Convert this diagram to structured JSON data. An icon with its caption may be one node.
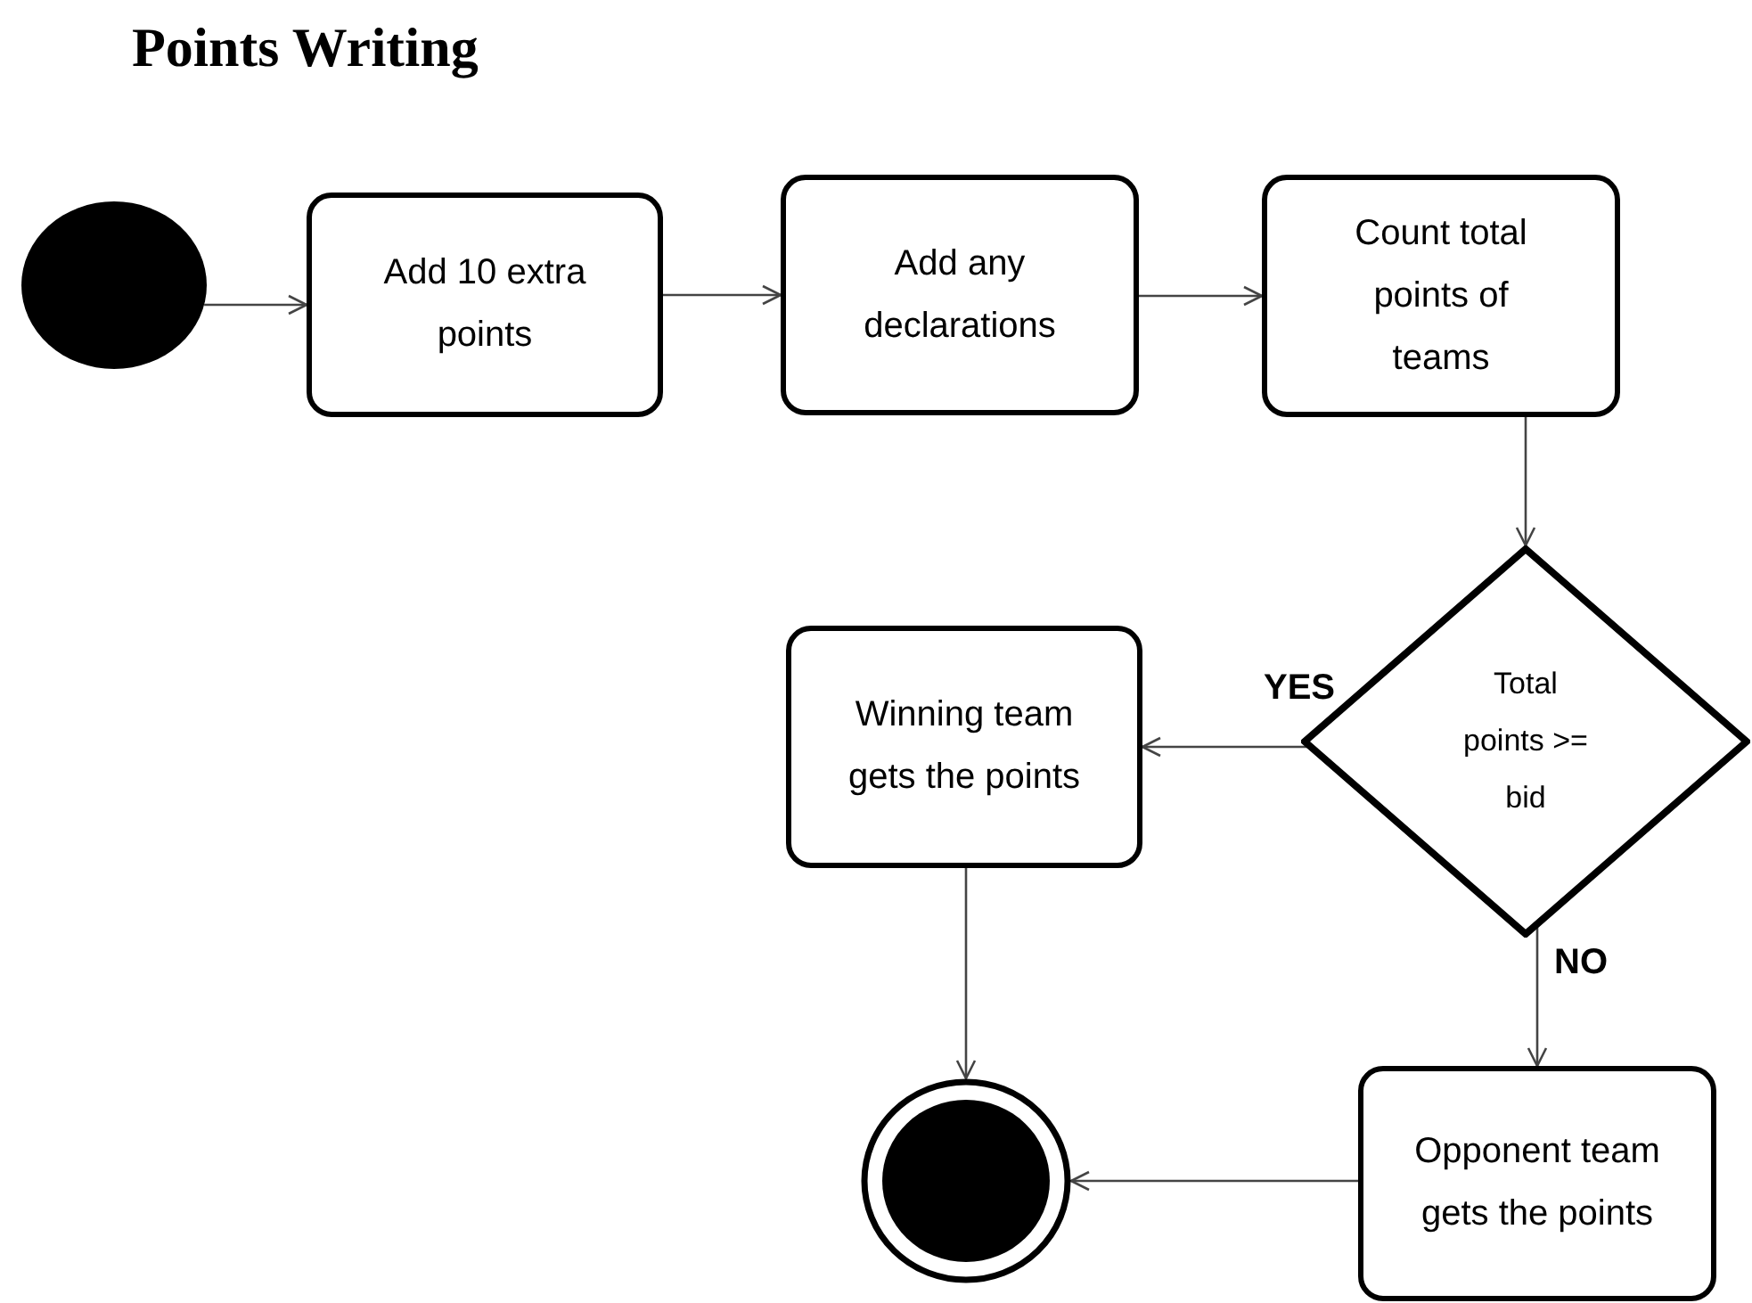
{
  "diagram": {
    "title": "Points Writing",
    "nodes": [
      {
        "text": [],
        "shape": "circle"
      },
      {
        "text": [
          "Add 10 extra points"
        ]
      },
      {
        "text": [
          "Add any declarations"
        ]
      },
      {
        "text": [
          "Count total points of teams"
        ]
      },
      {
        "text": [
          "Total points >= bid"
        ]
      },
      {
        "text": [
          "Winning team gets the points"
        ]
      },
      {
        "text": [],
        "shape": "circle"
      },
      {
        "text": [
          "Opponent team gets the points"
        ]
      }
    ],
    "edges": [
      {
        "from": 0,
        "to": 1,
        "arrow": "to"
      },
      {
        "from": 1,
        "to": 2,
        "arrow": "to"
      },
      {
        "from": 2,
        "to": 3,
        "arrow": "to"
      },
      {
        "from": 3,
        "to": 4,
        "arrow": "to"
      },
      {
        "from": 4,
        "to": 5,
        "arrow": "to",
        "label": "YES"
      },
      {
        "from": 4,
        "to": 7,
        "arrow": "to",
        "label": "NO"
      },
      {
        "from": 5,
        "to": 6,
        "arrow": "to"
      },
      {
        "from": 7,
        "to": 6,
        "arrow": "to"
      }
    ]
  }
}
